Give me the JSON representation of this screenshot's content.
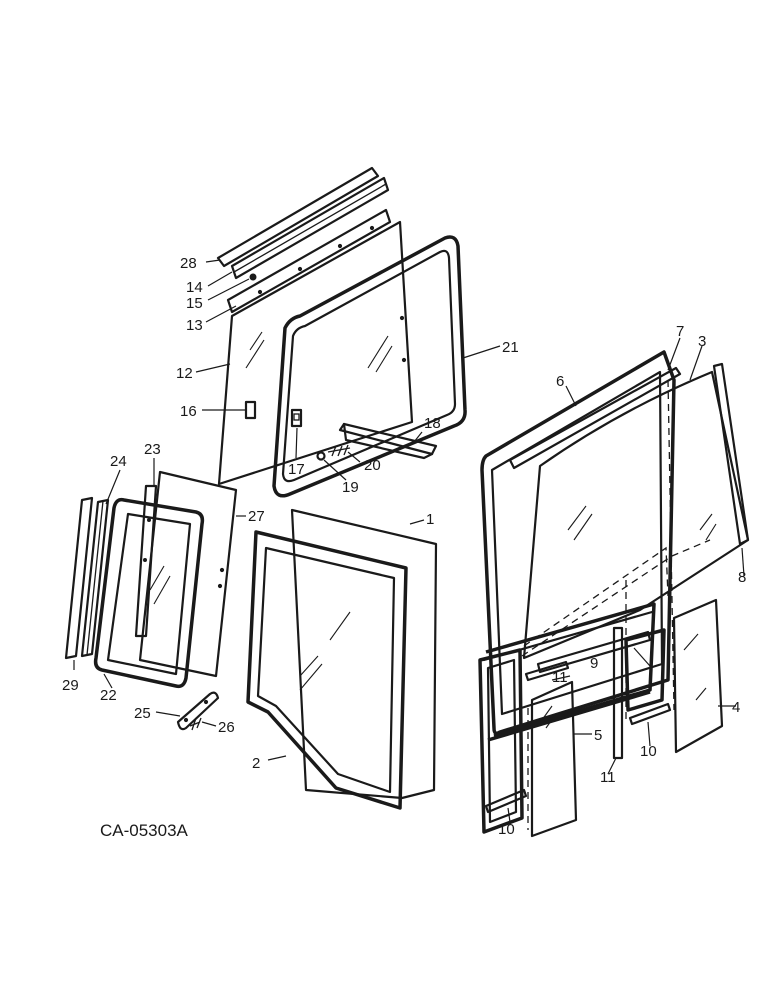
{
  "drawing_code": "CA-05303A",
  "callouts": {
    "c1": "1",
    "c2": "2",
    "c3": "3",
    "c4": "4",
    "c5": "5",
    "c6": "6",
    "c7": "7",
    "c8": "8",
    "c9": "9",
    "c10a": "10",
    "c10b": "10",
    "c11a": "11",
    "c11b": "11",
    "c12": "12",
    "c13": "13",
    "c14": "14",
    "c15": "15",
    "c16": "16",
    "c17": "17",
    "c18": "18",
    "c19": "19",
    "c20": "20",
    "c21": "21",
    "c22": "22",
    "c23": "23",
    "c24": "24",
    "c25": "25",
    "c26": "26",
    "c27": "27",
    "c28": "28",
    "c29": "29"
  }
}
